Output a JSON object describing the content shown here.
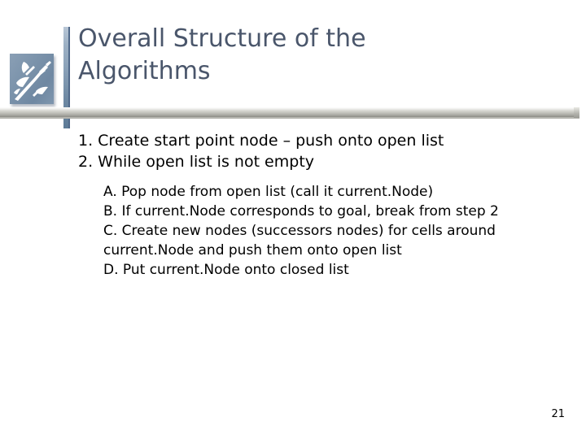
{
  "slide": {
    "title_lines": [
      "Overall Structure of the",
      "Algorithms"
    ],
    "page_number": "21",
    "colors": {
      "background": "#ffffff",
      "title_text": "#4a566b",
      "body_text": "#000000",
      "logo_fill": "#7d95ae",
      "accent_bar": "#6f8aa4",
      "rule_bar": "#c2c2bc"
    },
    "logo": {
      "icon_name": "darts-arrows-logo",
      "alt": "blue square with white dart arrows"
    },
    "outline": {
      "level1": [
        "1. Create start point node – push onto open list",
        "2. While open list is not empty"
      ],
      "level2": [
        "A. Pop node from open list (call it current.Node)",
        "B. If current.Node corresponds to goal, break from step 2",
        "C. Create new nodes (successors nodes) for cells around current.Node and push them onto open list",
        "D. Put current.Node onto closed list"
      ]
    }
  }
}
